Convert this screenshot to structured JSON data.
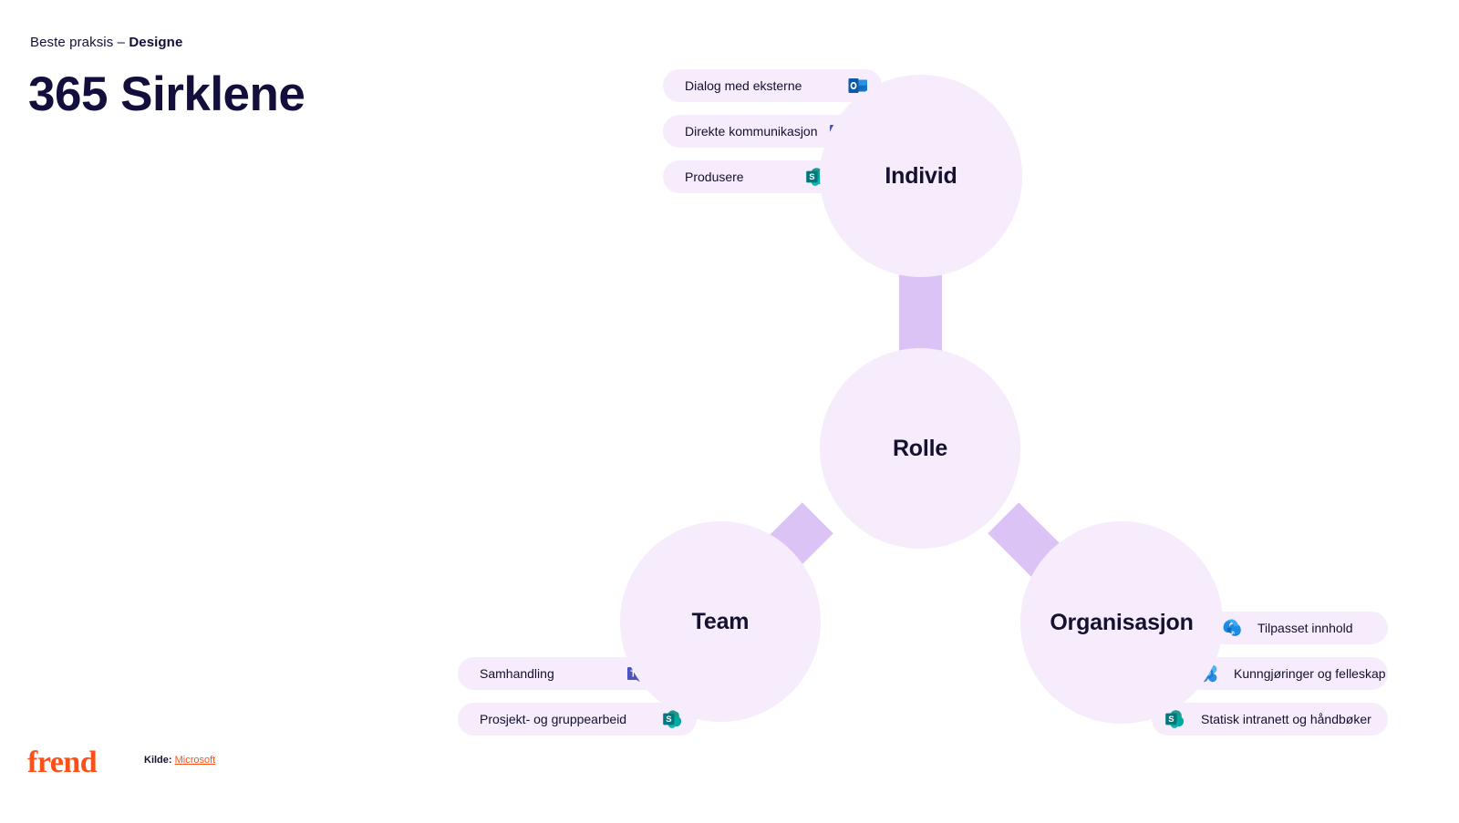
{
  "header": {
    "eyebrow_prefix": "Beste praksis – ",
    "eyebrow_strong": "Designe",
    "title": "365 Sirklene"
  },
  "diagram": {
    "type": "venn-circles-flow",
    "circles": [
      {
        "id": "individ",
        "label": "Individ"
      },
      {
        "id": "rolle",
        "label": "Rolle"
      },
      {
        "id": "team",
        "label": "Team"
      },
      {
        "id": "organisasjon",
        "label": "Organisasjon"
      }
    ],
    "connectors": [
      {
        "from": "individ",
        "to": "rolle",
        "orientation": "vertical"
      },
      {
        "from": "rolle",
        "to": "team",
        "orientation": "diagonal-left"
      },
      {
        "from": "rolle",
        "to": "organisasjon",
        "orientation": "diagonal-right"
      }
    ],
    "pills": {
      "individ": [
        {
          "label": "Dialog med eksterne",
          "icon": "outlook-icon"
        },
        {
          "label": "Direkte kommunikasjon",
          "icon": "teams-icon"
        },
        {
          "label": "Produsere",
          "icon": "sharepoint-icon"
        }
      ],
      "team": [
        {
          "label": "Samhandling",
          "icon": "teams-icon"
        },
        {
          "label": "Prosjekt- og gruppearbeid",
          "icon": "sharepoint-icon"
        }
      ],
      "organisasjon": [
        {
          "label": "Tilpasset innhold",
          "icon": "viva-connections-icon"
        },
        {
          "label": "Kunngjøringer og felleskap",
          "icon": "viva-engage-icon"
        },
        {
          "label": "Statisk intranett og håndbøker",
          "icon": "sharepoint-icon"
        }
      ]
    }
  },
  "footer": {
    "brand": "frend",
    "source_key": "Kilde:",
    "source_link": "Microsoft"
  },
  "colors": {
    "circle_fill": "#f6ecfc",
    "connector_fill": "#dcc3f5",
    "pill_fill": "#f6ecfc",
    "title_ink": "#130f3c",
    "brand_orange": "#ff4f18"
  }
}
